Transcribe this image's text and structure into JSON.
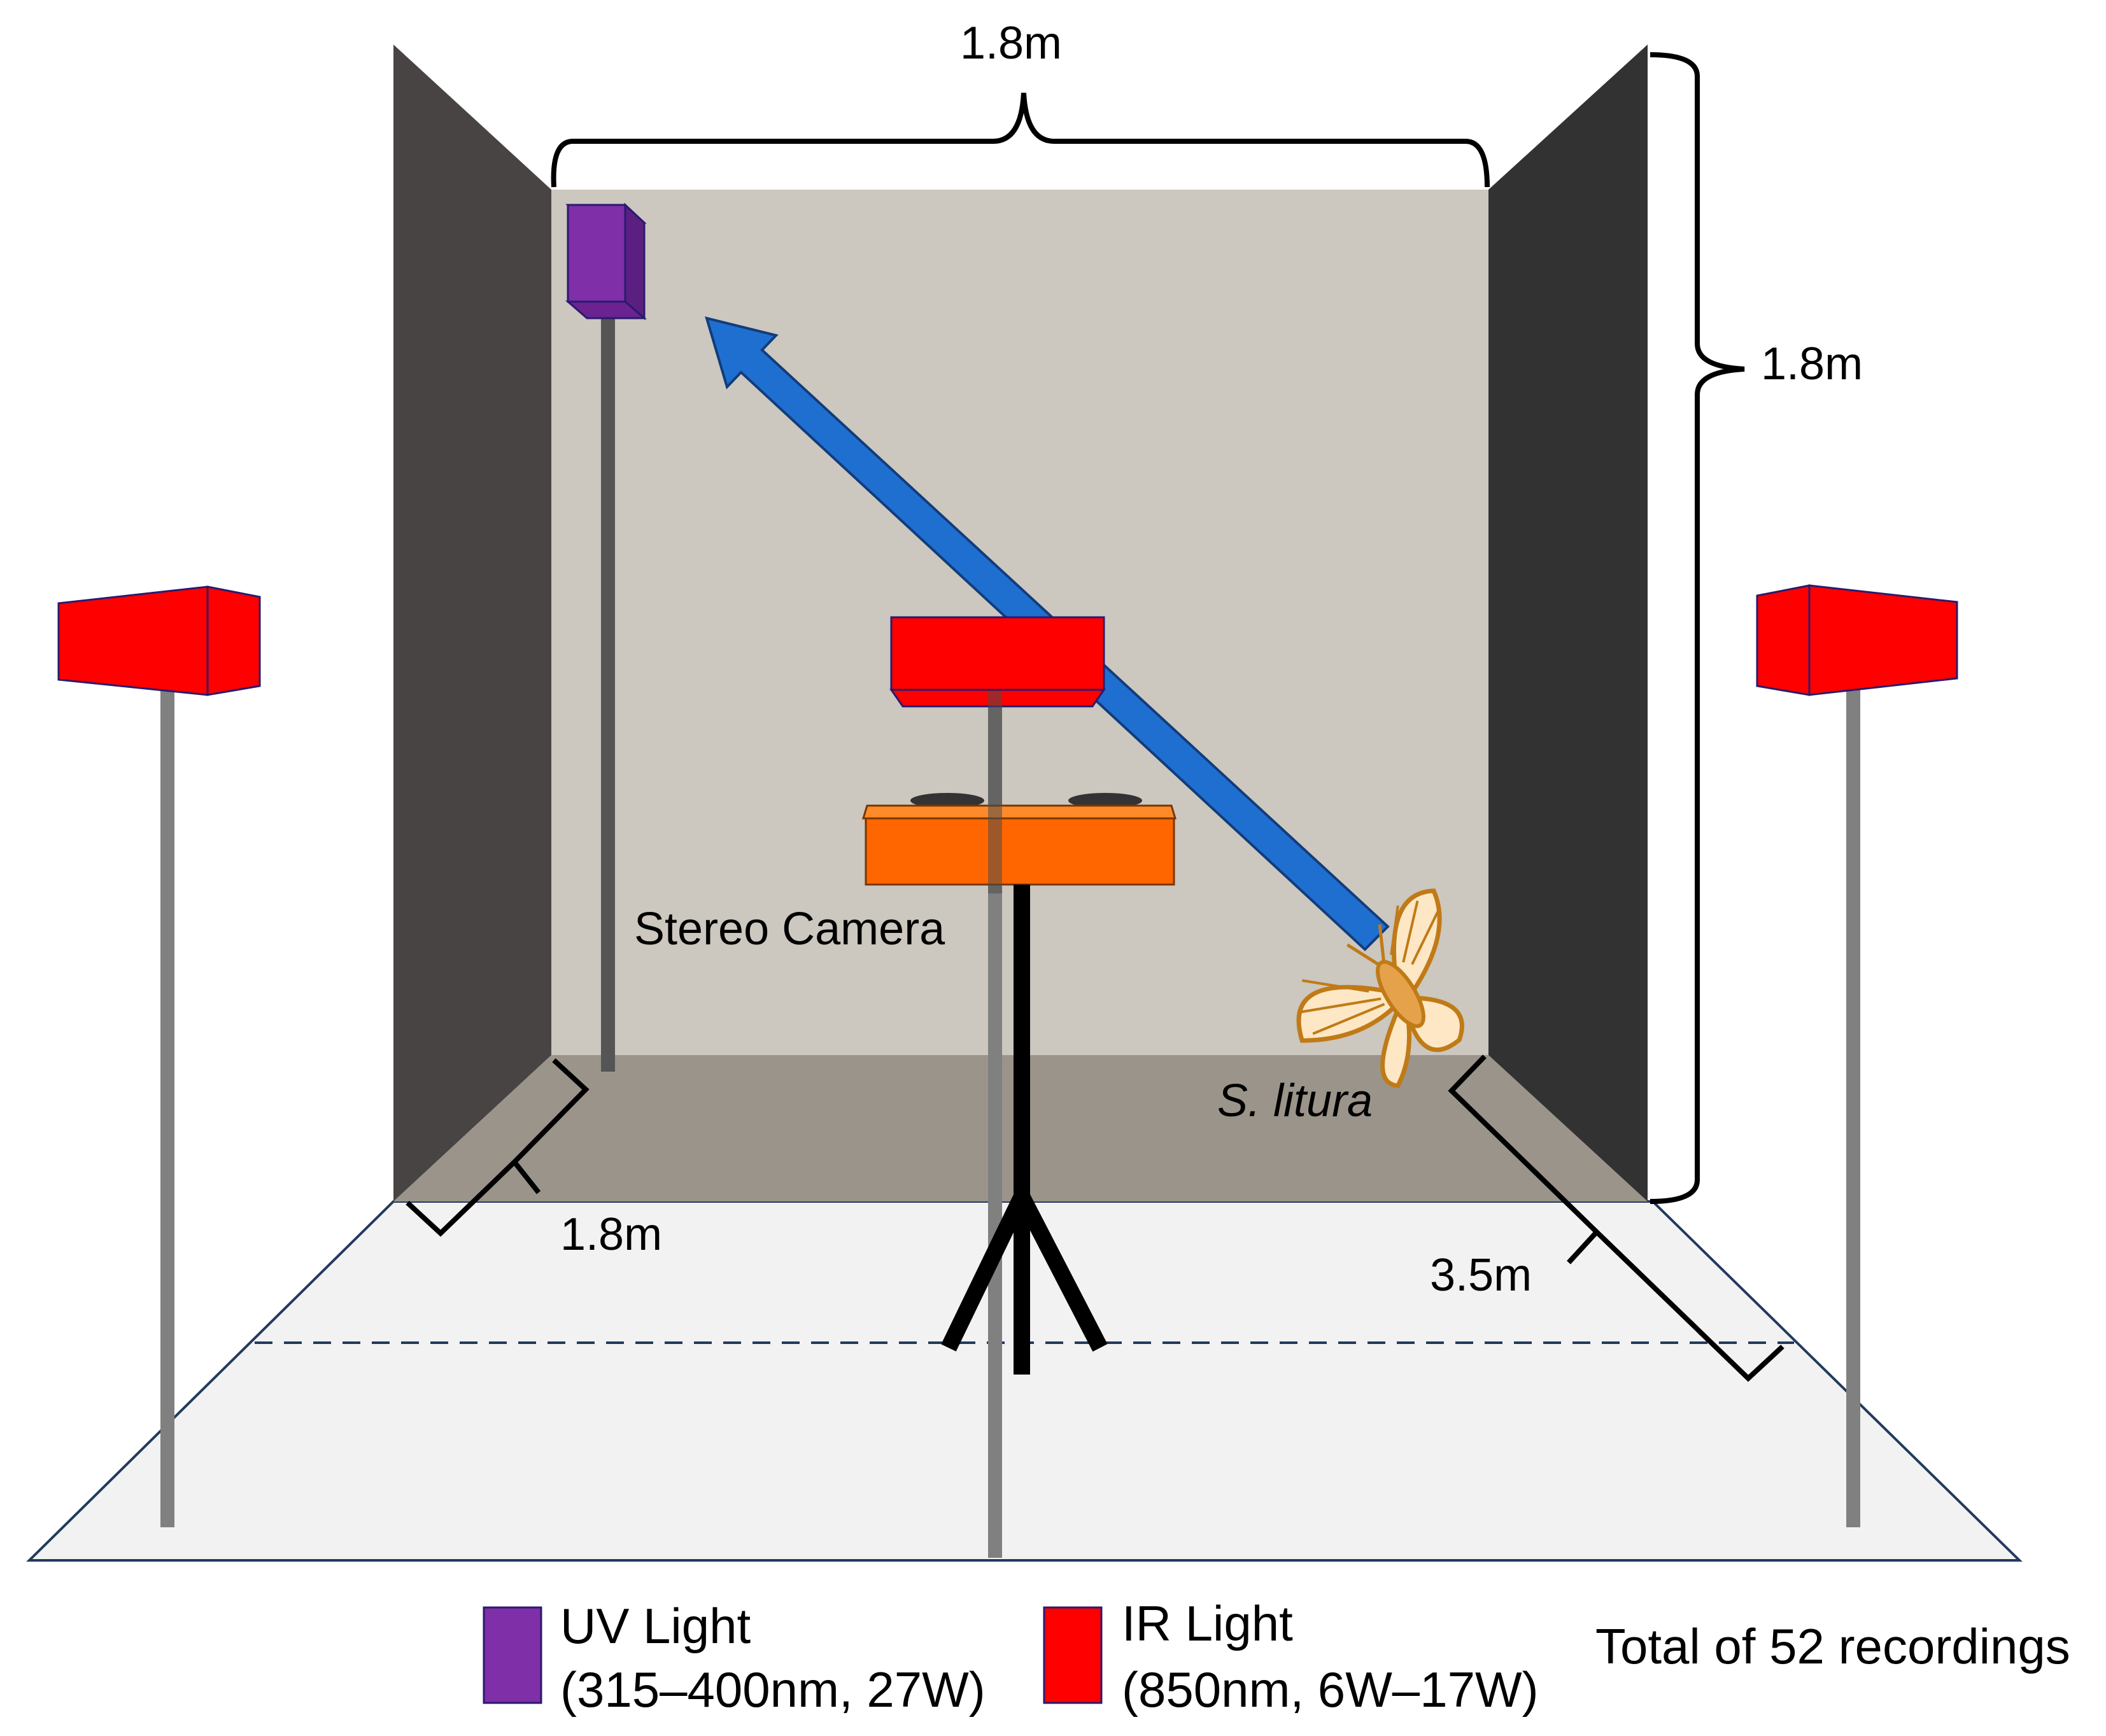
{
  "dimensions": {
    "top_width": "1.8m",
    "height": "1.8m",
    "depth_left": "1.8m",
    "depth_right": "3.5m"
  },
  "labels": {
    "camera": "Stereo Camera",
    "species": "S. litura"
  },
  "legend": {
    "uv_title": "UV Light",
    "uv_spec": "(315–400nm, 27W)",
    "ir_title": "IR Light",
    "ir_spec": "(850nm, 6W–17W)",
    "total": "Total of 52 recordings"
  },
  "colors": {
    "uv_light": "#7f2fa8",
    "ir_light": "#ff0000",
    "camera": "#ff6600",
    "flight_arrow": "#1f6fd1",
    "moth": "#c07a16",
    "back_wall": "#ccc7bf",
    "side_walls": "#3c3a39",
    "floor_platform": "#f2f2f2"
  },
  "icons": {
    "moth": "moth-icon",
    "arrow": "flight-path-arrow"
  }
}
